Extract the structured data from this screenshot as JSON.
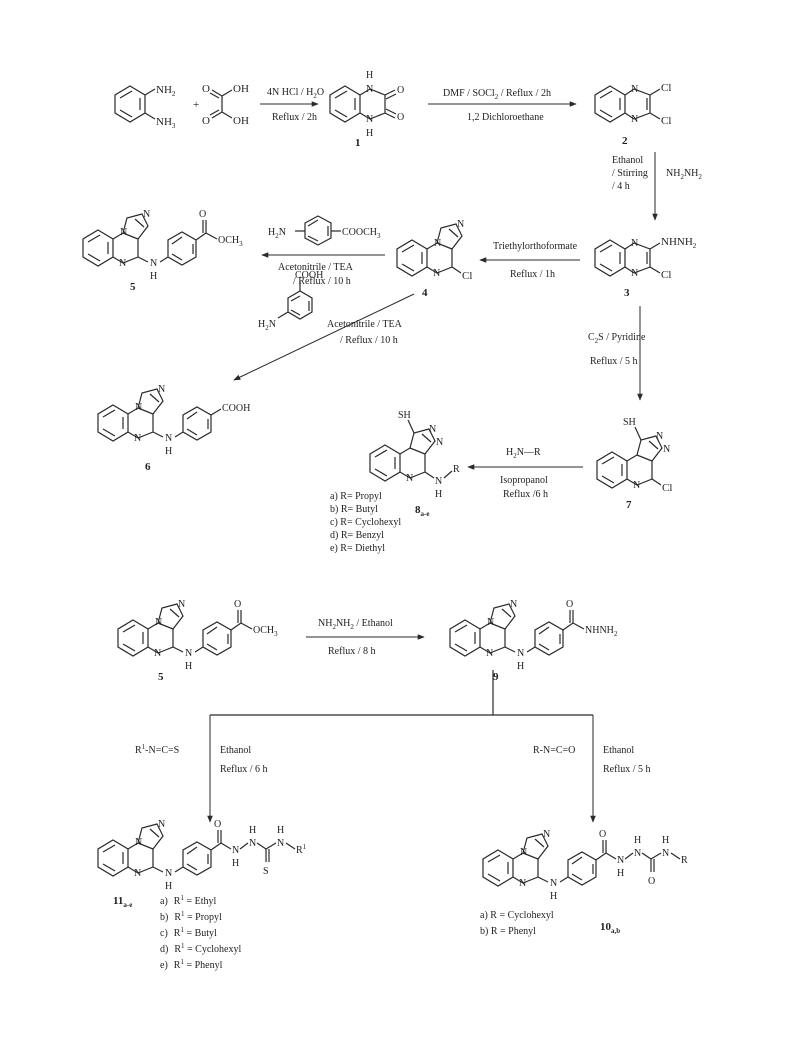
{
  "compounds": {
    "oPDA": {
      "nh2_top": "NH",
      "nh2_top_sub": "2",
      "nh2_bot": "NH",
      "nh2_bot_sub": "3"
    },
    "plus": "+",
    "oxalic": {
      "oh1": "OH",
      "oh2": "OH",
      "o1": "O",
      "o2": "O"
    },
    "c1": {
      "label": "1",
      "h_top": "H",
      "h_bot": "H",
      "n_top": "N",
      "n_bot": "N",
      "o_top": "O",
      "o_bot": "O"
    },
    "c2": {
      "label": "2",
      "n1": "N",
      "n2": "N",
      "cl1": "Cl",
      "cl2": "Cl"
    },
    "c3": {
      "label": "3",
      "n1": "N",
      "n2": "N",
      "sub": "NHNH",
      "sub_sub": "2",
      "cl": "Cl"
    },
    "c4": {
      "label": "4",
      "n": "N",
      "n_top": "N",
      "n_tri": "N",
      "cl": "Cl"
    },
    "c5": {
      "label": "5",
      "n": "N",
      "n_tri1": "N",
      "n_tri2": "N",
      "nh": "N",
      "h": "H",
      "o": "O",
      "och3": "OCH",
      "och3_sub": "3"
    },
    "c6": {
      "label": "6",
      "n": "N",
      "n_tri1": "N",
      "n_tri2": "N",
      "nh": "N",
      "h": "H",
      "cooh": "COOH"
    },
    "c7": {
      "label": "7",
      "sh": "SH",
      "n": "N",
      "n_tri1": "N",
      "n_tri2": "N",
      "cl": "Cl"
    },
    "c8": {
      "label": "8",
      "label_sub": "a-e",
      "sh": "SH",
      "n": "N",
      "n_tri1": "N",
      "n_tri2": "N",
      "nr": "N",
      "h": "H",
      "r": "R",
      "variants": [
        "a)  R= Propyl",
        "b)  R= Butyl",
        "c)  R= Cyclohexyl",
        "d)  R= Benzyl",
        "e)  R= Diethyl"
      ]
    },
    "c5b": {
      "label": "5",
      "n": "N",
      "n_tri1": "N",
      "n_tri2": "N",
      "nh": "N",
      "h": "H",
      "o": "O",
      "och3": "OCH",
      "och3_sub": "3"
    },
    "c9": {
      "label": "9",
      "n": "N",
      "n_tri1": "N",
      "n_tri2": "N",
      "nh": "N",
      "h": "H",
      "o": "O",
      "hydrazide": "NHNH",
      "hydrazide_sub": "2"
    },
    "c11": {
      "label": "11",
      "label_sub": "a-e",
      "n": "N",
      "n_tri1": "N",
      "n_tri2": "N",
      "nh": "N",
      "h": "H",
      "o": "O",
      "h1": "H",
      "h2": "H",
      "nn1": "N",
      "nn2": "N",
      "s": "S",
      "nr": "N",
      "r": "R",
      "r_sup": "1",
      "variants": [
        {
          "tag": "a)",
          "r": "R",
          "sup": "1",
          "text": " = Ethyl"
        },
        {
          "tag": "b)",
          "r": "R",
          "sup": "1",
          "text": " = Propyl"
        },
        {
          "tag": "c)",
          "r": "R",
          "sup": "1",
          "text": " = Butyl"
        },
        {
          "tag": "d)",
          "r": "R",
          "sup": "1",
          "text": " = Cyclohexyl"
        },
        {
          "tag": "e)",
          "r": "R",
          "sup": "1",
          "text": " = Phenyl"
        }
      ]
    },
    "c10": {
      "label": "10",
      "label_sub": "a,b",
      "n": "N",
      "n_tri1": "N",
      "n_tri2": "N",
      "nh": "N",
      "h": "H",
      "o": "O",
      "h1": "H",
      "h2": "H",
      "nn1": "N",
      "nn2": "N",
      "o2": "O",
      "nr": "N",
      "h3": "H",
      "r": "R",
      "variants": [
        "a) R = Cyclohexyl",
        "b) R  = Phenyl"
      ]
    }
  },
  "reagents": {
    "cond_1_top": "4N HCl / H",
    "cond_1_top_sub": "2",
    "cond_1_top_end": "O",
    "cond_1_bot": "Reflux / 2h",
    "cond_2_top": "DMF / SOCl",
    "cond_2_top_sub": "2",
    "cond_2_top_end": " / Reflux / 2h",
    "cond_2_bot": "1,2 Dichloroethane",
    "cond_3_left": [
      "Ethanol",
      "/ Stirring",
      "/ 4 h"
    ],
    "cond_3_right": "NH",
    "cond_3_right_sub": "2",
    "cond_3_right_mid": "NH",
    "cond_3_right_sub2": "2",
    "cond_4_top": "Triethylorthoformate",
    "cond_4_bot": "Reflux / 1h",
    "cond_5_reagent_left": "H",
    "cond_5_reagent_left_sub": "2",
    "cond_5_reagent_mid": "N",
    "cond_5_reagent_right": "COOCH",
    "cond_5_reagent_sub": "3",
    "cond_5_bot1": "Acetonitrile / TEA",
    "cond_5_bot2": "/ Reflux / 10 h",
    "cond_6_reagent_left": "H",
    "cond_6_reagent_left_sub": "2",
    "cond_6_reagent_mid": "N",
    "cond_6_reagent_right": "COOH",
    "cond_6_bot1": "Acetonitrile / TEA",
    "cond_6_bot2": "/ Reflux / 10 h",
    "cond_7_top": "C",
    "cond_7_top_sub": "2",
    "cond_7_top_end": "S / Pyridine",
    "cond_7_bot": "Reflux / 5 h",
    "cond_8_top": "H",
    "cond_8_top_sub": "2",
    "cond_8_top_end": "N—R",
    "cond_8_mid": "Isopropanol",
    "cond_8_bot": "Reflux /6 h",
    "cond_9_top": "NH",
    "cond_9_top_sub": "2",
    "cond_9_top_mid": "NH",
    "cond_9_top_sub2": "2",
    "cond_9_top_end": " / Ethanol",
    "cond_9_bot": "Reflux    / 8 h",
    "cond_11_reagent": "R",
    "cond_11_reagent_sup": "1",
    "cond_11_reagent_end": "-N=C=S",
    "cond_11_solvent": "Ethanol",
    "cond_11_bot": "Reflux / 6 h",
    "cond_10_reagent": "R-N=C=O",
    "cond_10_solvent": "Ethanol",
    "cond_10_bot": "Reflux / 5 h"
  }
}
